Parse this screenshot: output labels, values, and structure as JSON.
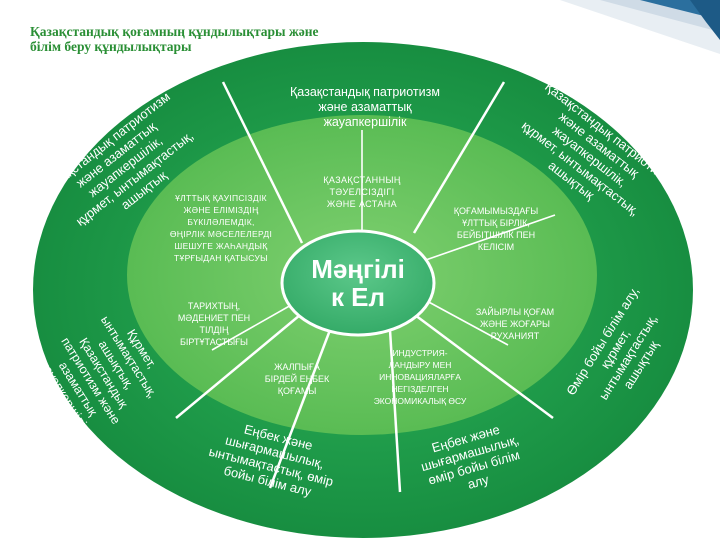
{
  "title": {
    "line1": "Қазақстандық қоғамның құндылықтары және",
    "line2": "білім беру құндылықтары"
  },
  "colors": {
    "outer_ring": "#1f9a4a",
    "inner_ring": "#5fbf59",
    "center": "#3cb06b",
    "title_green": "#2a8f35",
    "accent_blue": "#2b6f9e"
  },
  "center": {
    "line1": "Мәңгілі",
    "line2": "к Ел"
  },
  "outer": {
    "top": {
      "line1": "Қазақстандық патриотизм",
      "line2": "және азаматтық",
      "line3": "жауапкершілік"
    },
    "top_right": {
      "line1": "Қазақстандық патриотизм",
      "line2": "және азаматтық",
      "line3": "жауапкершілік,",
      "line4": "құрмет, ынтымақтастық,",
      "line5": "ашықтық"
    },
    "right": {
      "line1": "Өмір бойы білім алу,",
      "line2": "құрмет,",
      "line3": "ынтымақтастық,",
      "line4": "ашықтық"
    },
    "bottom_right": {
      "line1": "Еңбек және",
      "line2": "шығармашылық,",
      "line3": "өмір бойы білім",
      "line4": "алу"
    },
    "bottom_left": {
      "line1": "Еңбек және",
      "line2": "шығармашылық,",
      "line3": "ынтымақтастық, өмір",
      "line4": "бойы білім алу"
    },
    "left": {
      "line1": "Құрмет,",
      "line2": "ынтымақтастық,",
      "line3": "ашықтық,",
      "line4": "Қазақстандық",
      "line5": "патриотизм және",
      "line6": "азаматтық",
      "line7": "жауапкершілік,"
    },
    "top_left": {
      "line1": "Қазақстандық патриотизм",
      "line2": "және азаматтық",
      "line3": "жауапкершілік,",
      "line4": "құрмет, ынтымақтастық,",
      "line5": "ашықтық"
    }
  },
  "inner": {
    "top": {
      "line1": "ҚАЗАҚСТАННЫҢ",
      "line2": "ТӘУЕЛСІЗДІГІ",
      "line3": "ЖӘНЕ АСТАНА"
    },
    "top_right": {
      "line1": "ҚОҒАМЫМЫЗДАҒЫ",
      "line2": "ҰЛТТЫҚ БІРЛІК,",
      "line3": "БЕЙБІТШІЛІК ПЕН",
      "line4": "КЕЛІСІМ"
    },
    "right": {
      "line1": "ЗАЙЫРЛЫ ҚОҒАМ",
      "line2": "ЖӘНЕ ЖОҒАРЫ",
      "line3": "РУХАНИЯТ"
    },
    "bottom_right": {
      "line1": "ИНДУСТРИЯ-",
      "line2": "ЛАНДЫРУ МЕН",
      "line3": "ИННОВАЦИЯЛАРҒА",
      "line4": "НЕГІЗДЕЛГЕН",
      "line5": "ЭКОНОМИКАЛЫҚ ӨСУ"
    },
    "bottom": {
      "line1": "ЖАЛПЫҒА",
      "line2": "БІРДЕЙ ЕҢБЕК",
      "line3": "ҚОҒАМЫ"
    },
    "left": {
      "line1": "ТАРИХТЫҢ,",
      "line2": "МӘДЕНИЕТ ПЕН",
      "line3": "ТІЛДІҢ",
      "line4": "БІРТҰТАСТЫҒЫ"
    },
    "top_left": {
      "line1": "ҰЛТТЫҚ ҚАУІПСІЗДІК",
      "line2": "ЖӘНЕ ЕЛІМІЗДІҢ",
      "line3": "БҮКІЛӘЛЕМДІК,",
      "line4": "ӨҢІРЛІК МӘСЕЛЕЛЕРДІ",
      "line5": "ШЕШУГЕ ЖАҺАНДЫҚ",
      "line6": "ТҰРҒЫДАН ҚАТЫСУЫ"
    }
  }
}
